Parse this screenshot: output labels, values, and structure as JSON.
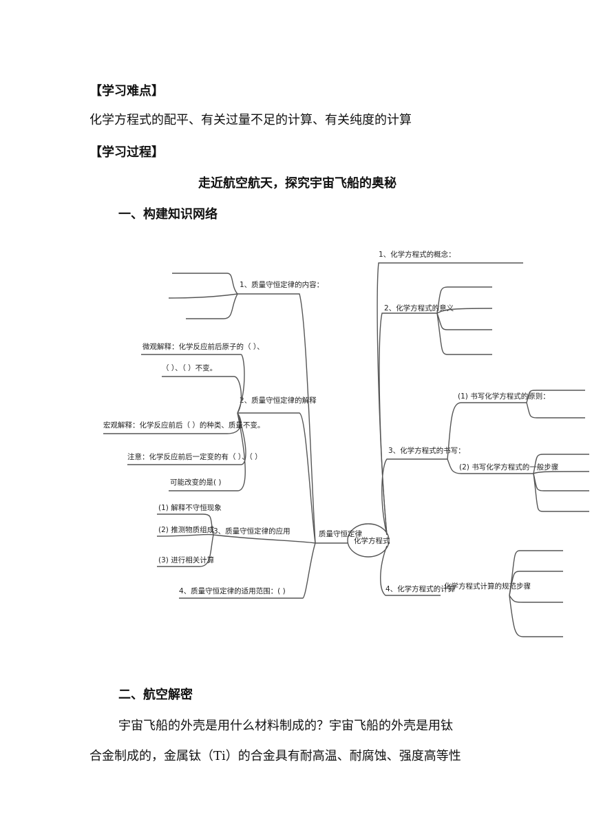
{
  "headings": {
    "difficulty": "【学习难点】",
    "process": "【学习过程】",
    "subtitle": "走近航空航天，探究宇宙飞船的奥秘",
    "section1": "一、构建知识网络",
    "section2": "二、航空解密"
  },
  "difficulty_text": "化学方程式的配平、有关过量不足的计算、有关纯度的计算",
  "paragraph_line1": "宇宙飞船的外壳是用什么材料制成的？宇宙飞船的外壳是用钛",
  "paragraph_line2": "合金制成的，金属钛（Ti）的合金具有耐高温、耐腐蚀、强度高等性",
  "mindmap": {
    "center": "化学方程式",
    "mass_law_node": "质量守恒定律",
    "left": {
      "content": "1、质量守恒定律的内容：",
      "explanation": "2、质量守恒定律的解释",
      "micro_line1": "微观解释：化学反应前后原子的（      ）、",
      "micro_line2": "（      ）、（      ）不变。",
      "macro": "宏观解释：化学反应前后（      ）的种类、质量不变。",
      "note_line1": "注意：化学反应前后一定变的有（      ）、（      ）",
      "note_line2": "可能改变的是(                  )",
      "application": "3、质量守恒定律的应用",
      "app_1": "(1) 解释不守恒现象",
      "app_2": "(2) 推测物质组成",
      "app_3": "(3) 进行相关计算",
      "scope": "4、质量守恒定律的适用范围：(                        )"
    },
    "right": {
      "concept": "1、化学方程式的概念：",
      "meaning": "2、化学方程式的意义",
      "writing": "3、化学方程式的书写：",
      "principle": "(1) 书写化学方程式的原则：",
      "steps": "(2) 书写化学方程式的一般步骤",
      "calc": "4、化学方程式的计算",
      "calc_steps": "化学方程式计算的规范步骤"
    }
  }
}
